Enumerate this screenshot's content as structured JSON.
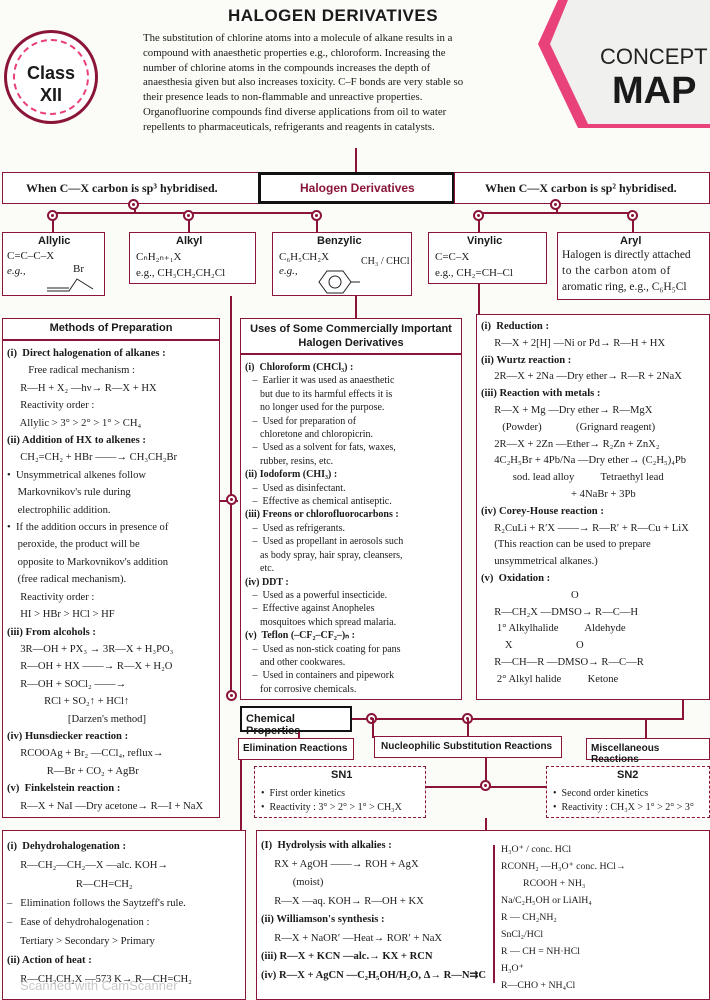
{
  "header": {
    "title": "HALOGEN DERIVATIVES",
    "class_label": [
      "Class",
      "XII"
    ],
    "intro": [
      "The substitution of chlorine atoms into a molecule of alkane results in a",
      "compound with anaesthetic properties e.g., chloroform. Increasing the",
      "number of chlorine atoms in the compounds increases the depth of",
      "anaesthesia given but also increases toxicity. C–F bonds are very stable so",
      "their presence leads to non-flammable and unreactive properties.",
      "Organofluorine compounds find diverse applications from oil to water",
      "repellents to pharmaceuticals, refrigerants and reagents in catalysts."
    ],
    "badge_line1": "CONCEPT",
    "badge_line2": "MAP"
  },
  "top_row": {
    "left": "When C—X carbon is sp³ hybridised.",
    "center": "Halogen Derivatives",
    "right": "When C—X carbon is sp² hybridised."
  },
  "types": [
    {
      "title": "Allylic",
      "lines": [
        "C=C–C–X",
        "e.g.,"
      ],
      "extra": "Br"
    },
    {
      "title": "Alkyl",
      "lines": [
        "CₙH₂ₙ₊₁X",
        "e.g., CH₃CH₂CH₂Cl"
      ]
    },
    {
      "title": "Benzylic",
      "lines": [
        "C₆H₅CH₂X",
        "e.g.,"
      ],
      "extra": "CH₃ / CHCl"
    },
    {
      "title": "Vinylic",
      "lines": [
        "C=C–X",
        "e.g., CH₂=CH–Cl"
      ]
    },
    {
      "title": "Aryl",
      "lines": [
        "Halogen is directly attached",
        "to the carbon atom of",
        "aromatic ring, e.g., C₆H₅Cl"
      ]
    }
  ],
  "methods": {
    "title": "Methods of Preparation",
    "lines": [
      "(i)  Direct halogenation of alkanes :",
      "        Free radical mechanism :",
      "     R—H + X₂ —hν→ R—X + HX",
      "     Reactivity order :",
      "     Allylic > 3° > 2° > 1° > CH₄",
      "(ii) Addition of HX to alkenes :",
      "     CH₂=CH₂ + HBr ——→ CH₃CH₂Br",
      "•  Unsymmetrical alkenes follow",
      "    Markovnikov's rule during",
      "    electrophilic addition.",
      "•  If the addition occurs in presence of",
      "    peroxide, the product will be",
      "    opposite to Markovnikov's addition",
      "    (free radical mechanism).",
      "     Reactivity order :",
      "     HI > HBr > HCl > HF",
      "(iii) From alcohols :",
      "     3R—OH + PX₃ → 3R—X + H₃PO₃",
      "     R—OH + HX ——→ R—X + H₂O",
      "     R—OH + SOCl₂ ——→",
      "              RCl + SO₂↑ + HCl↑",
      "                       [Darzen's method]",
      "(iv) Hunsdiecker reaction :",
      "     RCOOAg + Br₂ —CCl₄, reflux→",
      "               R—Br + CO₂ + AgBr",
      "(v)  Finkelstein reaction :",
      "     R—X + NaI —Dry acetone→ R—I + NaX"
    ]
  },
  "uses": {
    "title": "Uses of Some Commercially Important Halogen Derivatives",
    "lines": [
      "(i)  Chloroform (CHCl₃) :",
      "   –  Earlier it was used as anaesthetic",
      "      but due to its harmful effects it is",
      "      no longer used for the purpose.",
      "   –  Used for preparation of",
      "      chloretone and chloropicrin.",
      "   –  Used as a solvent for fats, waxes,",
      "      rubber, resins, etc.",
      "(ii) Iodoform (CHI₃) :",
      "   –  Used as disinfectant.",
      "   –  Effective as chemical antiseptic.",
      "(iii) Freons or chlorofluorocarbons :",
      "   –  Used as refrigerants.",
      "   –  Used as propellant in aerosols such",
      "      as body spray, hair spray, cleansers,",
      "      etc.",
      "(iv) DDT :",
      "   –  Used as a powerful insecticide.",
      "   –  Effective against Anopheles",
      "      mosquitoes which spread malaria.",
      "(v)  Teflon (–CF₂–CF₂–)ₙ :",
      "   –  Used as non-stick coating for pans",
      "      and other cookwares.",
      "   –  Used in containers and pipework",
      "      for corrosive chemicals."
    ]
  },
  "reactions_right": {
    "lines": [
      "(i)  Reduction :",
      "     R—X + 2[H] —Ni or Pd→ R—H + HX",
      "(ii) Wurtz reaction :",
      "     2R—X + 2Na —Dry ether→ R—R + 2NaX",
      "(iii) Reaction with metals :",
      "     R—X + Mg —Dry ether→ R—MgX",
      "        (Powder)             (Grignard reagent)",
      "     2R—X + 2Zn —Ether→ R₂Zn + ZnX₂",
      "     4C₂H₅Br + 4Pb/Na —Dry ether→ (C₂H₅)₄Pb",
      "            sod. lead alloy          Tetraethyl lead",
      "                                  + 4NaBr + 3Pb",
      "(iv) Corey-House reaction :",
      "     R₂CuLi + R′X ——→ R—R′ + R—Cu + LiX",
      "     (This reaction can be used to prepare",
      "     unsymmetrical alkanes.)",
      "(v)  Oxidation :",
      "                                  O",
      "     R—CH₂X —DMSO→ R—C—H",
      "      1° Alkylhalide          Aldehyde",
      "         X                        O",
      "     R—CH—R —DMSO→ R—C—R",
      "      2° Alkyl halide          Ketone"
    ]
  },
  "chem_props": {
    "title": "Chemical Properties",
    "elimination": "Elimination Reactions",
    "nucleophilic": "Nucleophilic Substitution Reactions",
    "misc": "Miscellaneous Reactions",
    "sn1": [
      "SN1",
      "•  First order kinetics",
      "•  Reactivity : 3° > 2° > 1° > CH₃X"
    ],
    "sn2": [
      "SN2",
      "•  Second order kinetics",
      "•  Reactivity : CH₃X > 1° > 2° > 3°"
    ]
  },
  "elimination_box": {
    "lines": [
      "(i)  Dehydrohalogenation :",
      "     R—CH₂—CH₂—X —alc. KOH→",
      "                          R—CH=CH₂",
      "–   Elimination follows the Saytzeff's rule.",
      "–   Ease of dehydrohalogenation :",
      "     Tertiary > Secondary > Primary",
      "(ii) Action of heat :",
      "     R—CH₂CH₂X —573 K→ R—CH=CH₂"
    ]
  },
  "substitution_box": {
    "lines": [
      "(I)  Hydrolysis with alkalies :",
      "     RX + AgOH ——→ ROH + AgX",
      "            (moist)",
      "     R—X —aq. KOH→ R—OH + KX",
      "(ii) Williamson's synthesis :",
      "     R—X + NaOR′ —Heat→ ROR′ + NaX",
      "(iii) R—X + KCN —alc.→ KX + RCN",
      "(iv) R—X + AgCN —C₂H₅OH/H₂O, Δ→ R—N⇉C"
    ],
    "side_lines": [
      "H₃O⁺ / conc. HCl",
      "RCONH₂ —H₃O⁺ conc. HCl→",
      "         RCOOH + NH₃",
      "Na/C₂H₅OH or LiAlH₄",
      "R — CH₂NH₂",
      "SnCl₂/HCl",
      "R — CH = NH·HCl",
      "H₃O⁺",
      "R—CHO + NH₄Cl"
    ]
  },
  "watermark": "Scanned with CamScanner",
  "colors": {
    "accent": "#8a1538",
    "pink": "#e9417a"
  }
}
